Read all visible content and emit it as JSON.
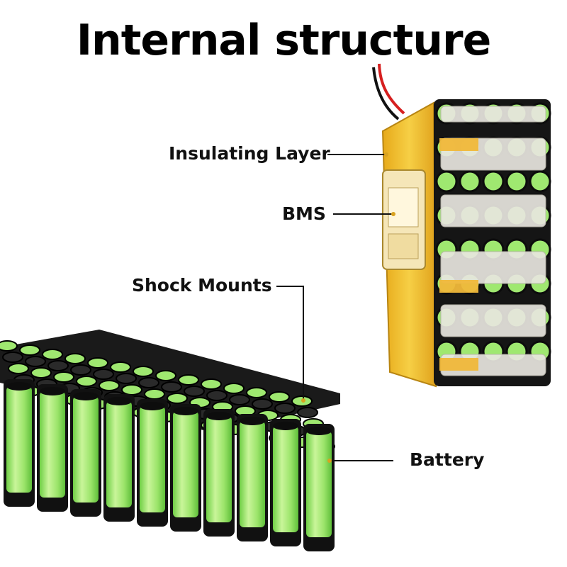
{
  "title": "Internal structure",
  "labels": {
    "insulating_layer": "Insulating Layer",
    "bms": "BMS",
    "shock_mounts": "Shock Mounts",
    "battery": "Battery"
  },
  "colors": {
    "cell_green": "#9fe870",
    "holder_black": "#111111",
    "insulation_yellow": "#f2c232",
    "nickel_strip": "#e8e6df",
    "wire_red": "#d61f1f"
  }
}
